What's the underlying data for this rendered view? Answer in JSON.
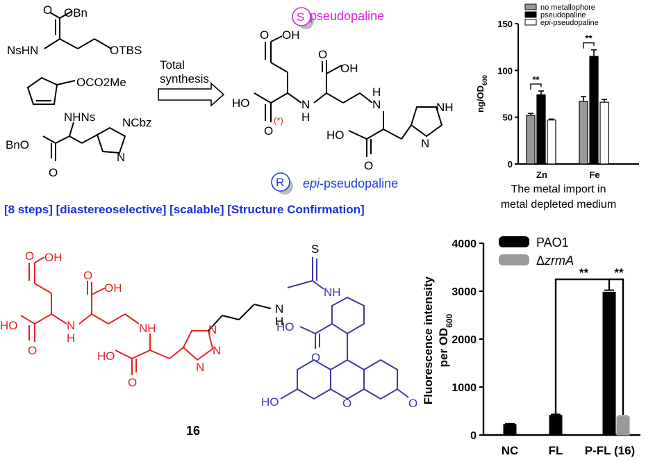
{
  "top": {
    "reagents": {
      "r1_top": "OBn",
      "r1_O": "O",
      "r1_nshn": "NsHN",
      "r1_otbs": "OTBS",
      "r2": "OCO2Me",
      "r3_nhns": "NHNs",
      "r3_ncbz": "NCbz",
      "r3_n": "N",
      "r3_bno": "BnO",
      "r3_O": "O"
    },
    "arrow_label_1": "Total",
    "arrow_label_2": "synthesis",
    "stereo_s": "S",
    "stereo_s_name": "pseudopaline",
    "stereo_r": "R",
    "stereo_r_prefix": "epi",
    "stereo_r_suffix": "-pseudopaline",
    "product_labels": {
      "oh1": "OH",
      "o1": "O",
      "ho1": "HO",
      "o2": "O",
      "star": "(*)",
      "n1": "N",
      "h1": "H",
      "oh2": "OH",
      "o3": "O",
      "n2": "N",
      "h2": "H",
      "nh": "NH",
      "n3": "N",
      "ho2": "HO",
      "o4": "O"
    },
    "tags": "[8 steps] [diastereoselective] [scalable] [Structure Confirmation]",
    "colors": {
      "s_circle": "#e020e0",
      "r_circle": "#2040e0",
      "tags": "#1a2fd6"
    }
  },
  "bottom": {
    "compound_number": "16",
    "labels": {
      "oh1": "OH",
      "o1": "O",
      "ho1": "HO",
      "o2": "O",
      "n1": "N",
      "h1": "H",
      "oh2": "OH",
      "o3": "O",
      "nh": "NH",
      "ho2": "HO",
      "o4": "O",
      "n_t1": "N",
      "n_t2": "N",
      "n_t3": "N",
      "s": "S",
      "nh_t": "N",
      "h_t": "H",
      "nh_t2": "NH",
      "ho3": "HO",
      "o5": "O",
      "ho4": "HO",
      "o6": "O",
      "o7": "O"
    },
    "colors": {
      "red_part": "#e82020",
      "blue_part": "#3a3aa8"
    }
  },
  "chart_data": [
    {
      "type": "bar",
      "categories": [
        "Zn",
        "Fe"
      ],
      "series": [
        {
          "name": "no metallophore",
          "color": "#999999",
          "values": [
            52,
            67
          ],
          "errors": [
            2,
            5
          ]
        },
        {
          "name": "pseudopaline",
          "color": "#000000",
          "values": [
            74,
            115
          ],
          "errors": [
            4,
            7
          ]
        },
        {
          "name": "epi-pseudopaline",
          "color": "#ffffff",
          "values": [
            47,
            66
          ],
          "errors": [
            1,
            3
          ]
        }
      ],
      "ylabel": "ng/OD600",
      "ylim": [
        0,
        150
      ],
      "yticks": [
        0,
        50,
        100,
        150
      ],
      "significance": [
        "**",
        "**"
      ],
      "caption_1": "The metal import in",
      "caption_2": "metal depleted medium",
      "legend_placement": "top"
    },
    {
      "type": "bar",
      "categories": [
        "NC",
        "FL",
        "P-FL (16)"
      ],
      "series": [
        {
          "name": "PAO1",
          "color": "#000000",
          "values": [
            220,
            410,
            2980
          ],
          "errors": [
            15,
            20,
            40
          ]
        },
        {
          "name": "ΔzrmA",
          "color": "#999999",
          "values": [
            null,
            null,
            380
          ],
          "errors": [
            null,
            null,
            20
          ]
        }
      ],
      "ylabel_1": "Fluorescence intensity",
      "ylabel_2": "per OD600",
      "ylim": [
        0,
        4000
      ],
      "yticks": [
        0,
        1000,
        2000,
        3000,
        4000
      ],
      "significance": [
        "**",
        "**"
      ],
      "legend_placement": "top"
    }
  ]
}
